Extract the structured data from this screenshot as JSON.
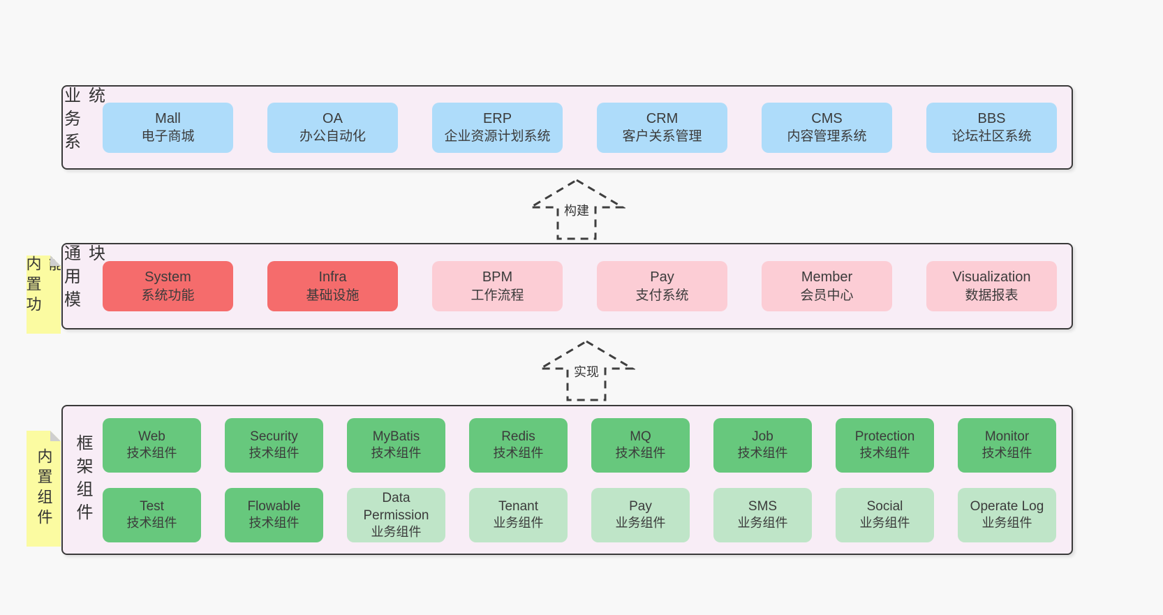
{
  "colors": {
    "page_background": "#f8f8f8",
    "panel_fill": "#f8edf6",
    "panel_border": "#3a3a3a",
    "box_blue": "#aedcfa",
    "box_red": "#f56c6c",
    "box_pink": "#fccdd5",
    "box_green": "#67c87d",
    "box_light_green": "#bfe5c8",
    "sticky_yellow": "#fbfba1",
    "sticky_fold_gray": "#cfcfcf",
    "text": "#3b3b3b"
  },
  "arrows": {
    "build": "构建",
    "implement": "实现"
  },
  "sections": {
    "business": {
      "label": "业务系统",
      "boxes": [
        {
          "name": "Mall",
          "subtitle": "电子商城"
        },
        {
          "name": "OA",
          "subtitle": "办公自动化"
        },
        {
          "name": "ERP",
          "subtitle": "企业资源计划系统"
        },
        {
          "name": "CRM",
          "subtitle": "客户关系管理"
        },
        {
          "name": "CMS",
          "subtitle": "内容管理系统"
        },
        {
          "name": "BBS",
          "subtitle": "论坛社区系统"
        }
      ]
    },
    "modules": {
      "sticky": "内置功能",
      "label": "通用模块",
      "boxes": [
        {
          "name": "System",
          "subtitle": "系统功能"
        },
        {
          "name": "Infra",
          "subtitle": "基础设施"
        },
        {
          "name": "BPM",
          "subtitle": "工作流程"
        },
        {
          "name": "Pay",
          "subtitle": "支付系统"
        },
        {
          "name": "Member",
          "subtitle": "会员中心"
        },
        {
          "name": "Visualization",
          "subtitle": "数据报表"
        }
      ]
    },
    "components": {
      "sticky": "内置组件",
      "label": "框架组件",
      "row1": [
        {
          "name": "Web",
          "subtitle": "技术组件"
        },
        {
          "name": "Security",
          "subtitle": "技术组件"
        },
        {
          "name": "MyBatis",
          "subtitle": "技术组件"
        },
        {
          "name": "Redis",
          "subtitle": "技术组件"
        },
        {
          "name": "MQ",
          "subtitle": "技术组件"
        },
        {
          "name": "Job",
          "subtitle": "技术组件"
        },
        {
          "name": "Protection",
          "subtitle": "技术组件"
        },
        {
          "name": "Monitor",
          "subtitle": "技术组件"
        }
      ],
      "row2": [
        {
          "name": "Test",
          "subtitle": "技术组件"
        },
        {
          "name": "Flowable",
          "subtitle": "技术组件"
        },
        {
          "name": "Data Permission",
          "subtitle": "业务组件"
        },
        {
          "name": "Tenant",
          "subtitle": "业务组件"
        },
        {
          "name": "Pay",
          "subtitle": "业务组件"
        },
        {
          "name": "SMS",
          "subtitle": "业务组件"
        },
        {
          "name": "Social",
          "subtitle": "业务组件"
        },
        {
          "name": "Operate Log",
          "subtitle": "业务组件"
        }
      ]
    }
  }
}
